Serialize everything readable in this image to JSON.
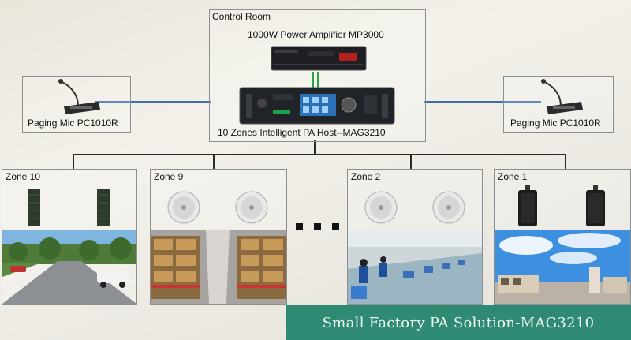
{
  "control_room": {
    "title": "Control Room",
    "amplifier_label": "1000W Power Amplifier MP3000",
    "host_label": "10 Zones Intelligent PA Host--MAG3210"
  },
  "paging_mics": [
    {
      "label": "Paging Mic PC1010R"
    },
    {
      "label": "Paging Mic PC1010R"
    }
  ],
  "zones": [
    {
      "title": "Zone 10",
      "speaker": "column-speaker",
      "scene": "parking-lot"
    },
    {
      "title": "Zone 9",
      "speaker": "ceiling-speaker",
      "scene": "warehouse"
    },
    {
      "title": "Zone 2",
      "speaker": "ceiling-speaker",
      "scene": "factory-floor"
    },
    {
      "title": "Zone 1",
      "speaker": "wall-box-speaker",
      "scene": "factory-building"
    }
  ],
  "banner": {
    "text": "Small Factory PA Solution-MAG3210"
  },
  "colors": {
    "bus_line": "#3d6fa8",
    "audio_link": "#2da24a",
    "banner_bg": "#2f8a74"
  }
}
